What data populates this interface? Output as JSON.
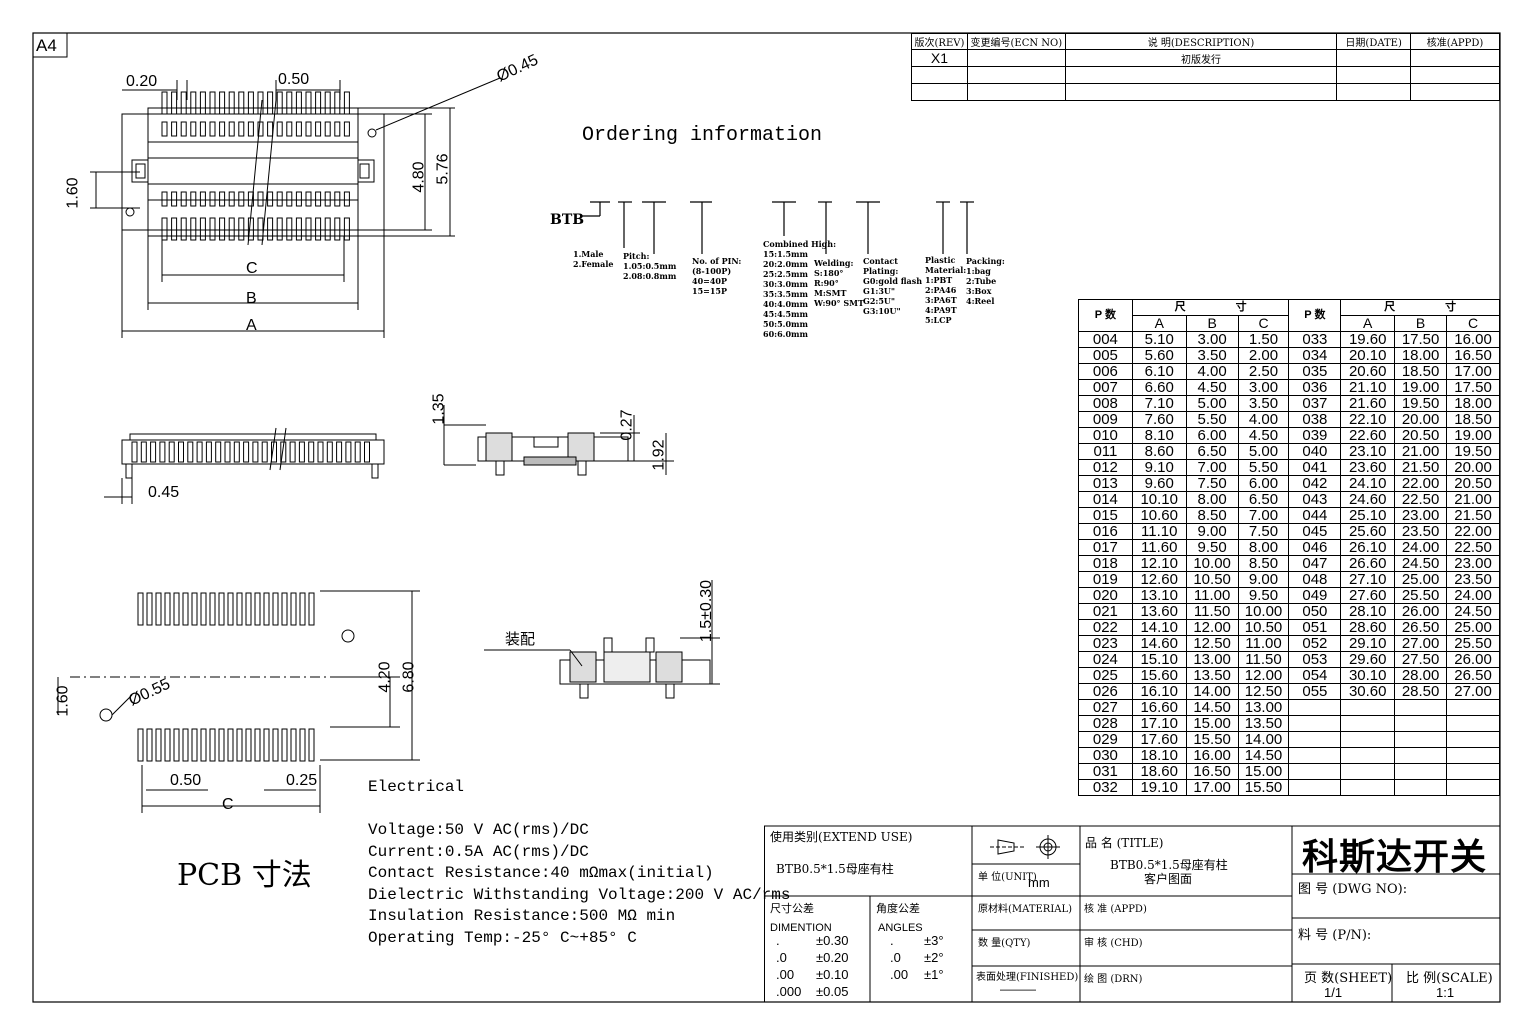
{
  "sheet_size": "A4",
  "revision": {
    "headers": [
      "版次(REV)",
      "变更编号(ECN NO)",
      "说 明(DESCRIPTION)",
      "日期(DATE)",
      "核准(APPD)"
    ],
    "rows": [
      [
        "X1",
        "",
        "初版发行",
        "",
        ""
      ],
      [
        "",
        "",
        "",
        "",
        ""
      ],
      [
        "",
        "",
        "",
        "",
        ""
      ]
    ]
  },
  "top_view_dims": {
    "pitch_020": "0.20",
    "pitch_050": "0.50",
    "hole": "Ø0.45",
    "h_160": "1.60",
    "h_480": "4.80",
    "h_576": "5.76",
    "c": "C",
    "b": "B",
    "a": "A"
  },
  "side_view_dims": {
    "d045": "0.45",
    "d135": "1.35",
    "d027": "0.27",
    "d192": "1.92"
  },
  "pcb_dims": {
    "d160": "1.60",
    "hole": "Ø0.55",
    "d420": "4.20",
    "d680": "6.80",
    "d050": "0.50",
    "d025": "0.25",
    "c": "C"
  },
  "mated_view": {
    "label": "装配",
    "dim": "1.5±0.30"
  },
  "ordering": {
    "title": "Ordering information",
    "prefix": "BTB",
    "gender": [
      "1.Male",
      "2.Female"
    ],
    "pitch": [
      "Pitch:",
      "1.05:0.5mm",
      "2.08:0.8mm"
    ],
    "pins": [
      "No. of PIN:",
      "(8-100P)",
      "40=40P",
      "15=15P"
    ],
    "combined_high": [
      "Combined High:",
      "15:1.5mm",
      "20:2.0mm",
      "25:2.5mm",
      "30:3.0mm",
      "35:3.5mm",
      "40:4.0mm",
      "45:4.5mm",
      "50:5.0mm",
      "60:6.0mm"
    ],
    "welding": [
      "Welding:",
      "S:180°",
      "R:90°",
      "M:SMT",
      "W:90° SMT"
    ],
    "plating": [
      "Contact",
      "Plating:",
      "G0:gold flash",
      "G1:3U\"",
      "G2:5U\"",
      "G3:10U\""
    ],
    "material": [
      "Plastic",
      "Material:",
      "1:PBT",
      "2:PA46",
      "3:PA6T",
      "4:PA9T",
      "5:LCP"
    ],
    "packing": [
      "Packing:",
      "1:bag",
      "2:Tube",
      "3:Box",
      "4:Reel"
    ]
  },
  "pcb_label": "PCB 寸法",
  "electrical": {
    "title": "Electrical",
    "lines": [
      "Voltage:50 V AC(rms)/DC",
      "Current:0.5A AC(rms)/DC",
      "Contact Resistance:40 mΩmax(initial)",
      "Dielectric Withstanding Voltage:200 V AC/rms",
      "Insulation Resistance:500 MΩ min",
      "Operating Temp:-25° C~+85° C"
    ]
  },
  "dim_table": {
    "header_p": "P 数",
    "header_size": [
      "尺",
      "寸"
    ],
    "cols": [
      "A",
      "B",
      "C"
    ],
    "left": [
      [
        "004",
        "5.10",
        "3.00",
        "1.50"
      ],
      [
        "005",
        "5.60",
        "3.50",
        "2.00"
      ],
      [
        "006",
        "6.10",
        "4.00",
        "2.50"
      ],
      [
        "007",
        "6.60",
        "4.50",
        "3.00"
      ],
      [
        "008",
        "7.10",
        "5.00",
        "3.50"
      ],
      [
        "009",
        "7.60",
        "5.50",
        "4.00"
      ],
      [
        "010",
        "8.10",
        "6.00",
        "4.50"
      ],
      [
        "011",
        "8.60",
        "6.50",
        "5.00"
      ],
      [
        "012",
        "9.10",
        "7.00",
        "5.50"
      ],
      [
        "013",
        "9.60",
        "7.50",
        "6.00"
      ],
      [
        "014",
        "10.10",
        "8.00",
        "6.50"
      ],
      [
        "015",
        "10.60",
        "8.50",
        "7.00"
      ],
      [
        "016",
        "11.10",
        "9.00",
        "7.50"
      ],
      [
        "017",
        "11.60",
        "9.50",
        "8.00"
      ],
      [
        "018",
        "12.10",
        "10.00",
        "8.50"
      ],
      [
        "019",
        "12.60",
        "10.50",
        "9.00"
      ],
      [
        "020",
        "13.10",
        "11.00",
        "9.50"
      ],
      [
        "021",
        "13.60",
        "11.50",
        "10.00"
      ],
      [
        "022",
        "14.10",
        "12.00",
        "10.50"
      ],
      [
        "023",
        "14.60",
        "12.50",
        "11.00"
      ],
      [
        "024",
        "15.10",
        "13.00",
        "11.50"
      ],
      [
        "025",
        "15.60",
        "13.50",
        "12.00"
      ],
      [
        "026",
        "16.10",
        "14.00",
        "12.50"
      ],
      [
        "027",
        "16.60",
        "14.50",
        "13.00"
      ],
      [
        "028",
        "17.10",
        "15.00",
        "13.50"
      ],
      [
        "029",
        "17.60",
        "15.50",
        "14.00"
      ],
      [
        "030",
        "18.10",
        "16.00",
        "14.50"
      ],
      [
        "031",
        "18.60",
        "16.50",
        "15.00"
      ],
      [
        "032",
        "19.10",
        "17.00",
        "15.50"
      ]
    ],
    "right": [
      [
        "033",
        "19.60",
        "17.50",
        "16.00"
      ],
      [
        "034",
        "20.10",
        "18.00",
        "16.50"
      ],
      [
        "035",
        "20.60",
        "18.50",
        "17.00"
      ],
      [
        "036",
        "21.10",
        "19.00",
        "17.50"
      ],
      [
        "037",
        "21.60",
        "19.50",
        "18.00"
      ],
      [
        "038",
        "22.10",
        "20.00",
        "18.50"
      ],
      [
        "039",
        "22.60",
        "20.50",
        "19.00"
      ],
      [
        "040",
        "23.10",
        "21.00",
        "19.50"
      ],
      [
        "041",
        "23.60",
        "21.50",
        "20.00"
      ],
      [
        "042",
        "24.10",
        "22.00",
        "20.50"
      ],
      [
        "043",
        "24.60",
        "22.50",
        "21.00"
      ],
      [
        "044",
        "25.10",
        "23.00",
        "21.50"
      ],
      [
        "045",
        "25.60",
        "23.50",
        "22.00"
      ],
      [
        "046",
        "26.10",
        "24.00",
        "22.50"
      ],
      [
        "047",
        "26.60",
        "24.50",
        "23.00"
      ],
      [
        "048",
        "27.10",
        "25.00",
        "23.50"
      ],
      [
        "049",
        "27.60",
        "25.50",
        "24.00"
      ],
      [
        "050",
        "28.10",
        "26.00",
        "24.50"
      ],
      [
        "051",
        "28.60",
        "26.50",
        "25.00"
      ],
      [
        "052",
        "29.10",
        "27.00",
        "25.50"
      ],
      [
        "053",
        "29.60",
        "27.50",
        "26.00"
      ],
      [
        "054",
        "30.10",
        "28.00",
        "26.50"
      ],
      [
        "055",
        "30.60",
        "28.50",
        "27.00"
      ],
      [
        "",
        "",
        "",
        ""
      ],
      [
        "",
        "",
        "",
        ""
      ],
      [
        "",
        "",
        "",
        ""
      ],
      [
        "",
        "",
        "",
        ""
      ],
      [
        "",
        "",
        "",
        ""
      ],
      [
        "",
        "",
        "",
        ""
      ]
    ]
  },
  "title_block": {
    "extend_use_label": "使用类别(EXTEND  USE)",
    "extend_use_value": "BTB0.5*1.5母座有柱",
    "unit_label": "单 位(UNIT)",
    "unit_value": "mm",
    "title_label": "品 名 (TITLE)",
    "title_value_1": "BTB0.5*1.5母座有柱",
    "title_value_2": "客户图面",
    "company": "科斯达开关",
    "dwg_no_label": "图 号 (DWG NO):",
    "pn_label": "料 号 (P/N):",
    "tolerance_label": "尺寸公差",
    "dimention_label": "DIMENTION",
    "tolerances": [
      [
        ".",
        "±0.30"
      ],
      [
        ".0",
        "±0.20"
      ],
      [
        ".00",
        "±0.10"
      ],
      [
        ".000",
        "±0.05"
      ]
    ],
    "angle_label": "角度公差",
    "angles_label": "ANGLES",
    "angles": [
      [
        ".",
        "±3°"
      ],
      [
        ".0",
        "±2°"
      ],
      [
        ".00",
        "±1°"
      ]
    ],
    "material_label": "原材料(MATERIAL)",
    "qty_label": "数 量(QTY)",
    "finish_label": "表面处理(FINISHED)",
    "finish_value": "———",
    "appd_label": "核 准 (APPD)",
    "chd_label": "审 核 (CHD)",
    "drn_label": "绘 图 (DRN)",
    "sheet_label": "页 数(SHEET)",
    "sheet_value": "1/1",
    "scale_label": "比 例(SCALE)",
    "scale_value": "1:1"
  }
}
